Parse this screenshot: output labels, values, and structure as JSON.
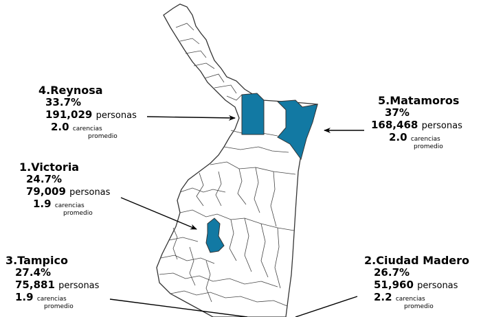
{
  "colors": {
    "highlight": "#1279a3",
    "outline": "#333333",
    "arrow": "#000000"
  },
  "units": {
    "personas": "personas",
    "carencias": "carencias",
    "promedio": "promedio"
  },
  "callouts": {
    "reynosa": {
      "name": "4.Reynosa",
      "percent": "33.7%",
      "population": "191,029",
      "carencias": "2.0"
    },
    "matamoros": {
      "name": "5.Matamoros",
      "percent": "37%",
      "population": "168,468",
      "carencias": "2.0"
    },
    "victoria": {
      "name": "1.Victoria",
      "percent": "24.7%",
      "population": "79,009",
      "carencias": "1.9"
    },
    "tampico": {
      "name": "3.Tampico",
      "percent": "27.4%",
      "population": "75,881",
      "carencias": "1.9"
    },
    "madero": {
      "name": "2.Ciudad Madero",
      "percent": "26.7%",
      "population": "51,960",
      "carencias": "2.2"
    }
  }
}
